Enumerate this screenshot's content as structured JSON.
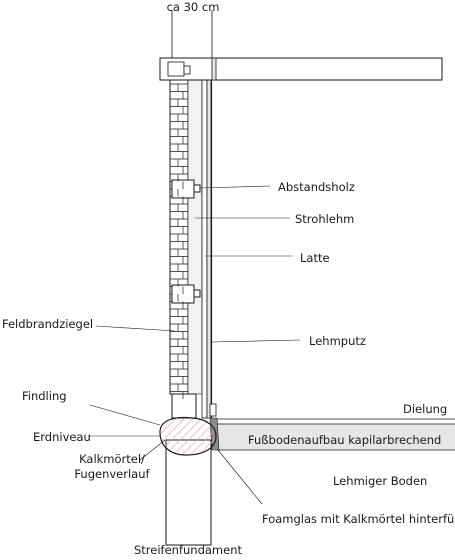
{
  "dimension_label": "ca 30 cm",
  "labels": {
    "abstandsholz": "Abstandsholz",
    "strohlehm": "Strohlehm",
    "latte": "Latte",
    "feldbrandziegel": "Feldbrandziegel",
    "lehmputz": "Lehmputz",
    "findling": "Findling",
    "dielung": "Dielung",
    "erdniveau": "Erdniveau",
    "fussboden": "Fußbodenaufbau kapilarbrechend",
    "kalkmoertel_line1": "Kalkmörtel/",
    "kalkmoertel_line2": "Fugenverlauf",
    "lehmiger_boden": "Lehmiger Boden",
    "foamglas": "Foamglas mit Kalkmörtel hinterfüllt",
    "streifenfundament": "Streifenfundament"
  },
  "colors": {
    "line": "#1a1a1a",
    "fill_light": "#f2f2f2",
    "fill_mid": "#e6e6e6",
    "hatch": "#d9a6a6",
    "foamglas": "#8c8c8c"
  }
}
